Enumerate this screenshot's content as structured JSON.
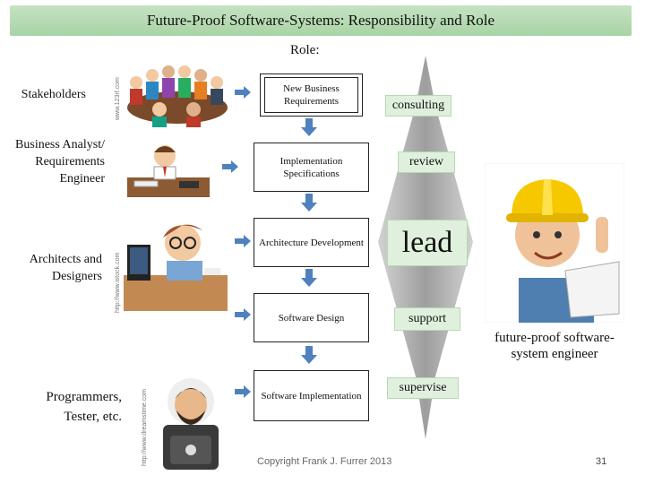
{
  "title": "Future-Proof Software-Systems: Responsibility and Role",
  "role_header": "Role:",
  "left_labels": {
    "stakeholders": "Stakeholders",
    "business": "Business Analyst/ Requirements Engineer",
    "architects": "Architects and Designers",
    "programmers": "Programmers, Tester, etc."
  },
  "credits": {
    "c1": "www.123rf.com",
    "c2": "http://www.istock.com",
    "c3": "http://www.dreamstime.com"
  },
  "process_steps": [
    "New Business Requirements",
    "Implementation Specifications",
    "Architecture Development",
    "Software Design",
    "Software Implementation"
  ],
  "roles": [
    "consulting",
    "review",
    "lead",
    "support",
    "supervise"
  ],
  "engineer_label": "future-proof software-system engineer",
  "footer": {
    "copyright": "Copyright Frank J. Furrer 2013",
    "page_number": "31"
  },
  "colors": {
    "arrow_blue": "#4f81bd",
    "title_green": "#b5dbb2",
    "role_green": "#dff0dd",
    "diamond_gray": "#b0b0b0"
  }
}
